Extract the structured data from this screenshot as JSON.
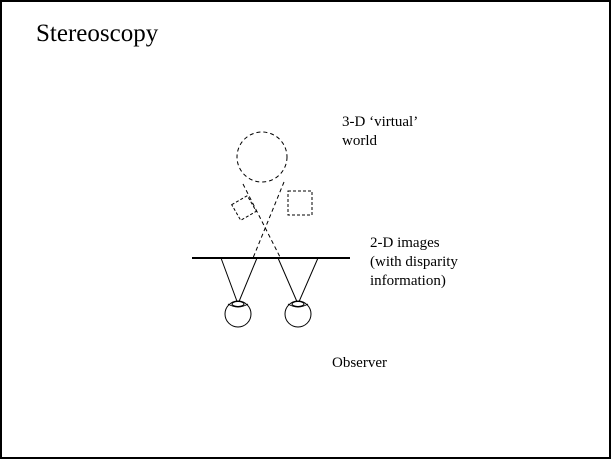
{
  "slide": {
    "title": "Stereoscopy"
  },
  "labels": {
    "world": [
      "3-D ‘virtual’",
      "world"
    ],
    "images": [
      "2-D images",
      "(with disparity",
      "information)"
    ],
    "observer": "Observer"
  }
}
